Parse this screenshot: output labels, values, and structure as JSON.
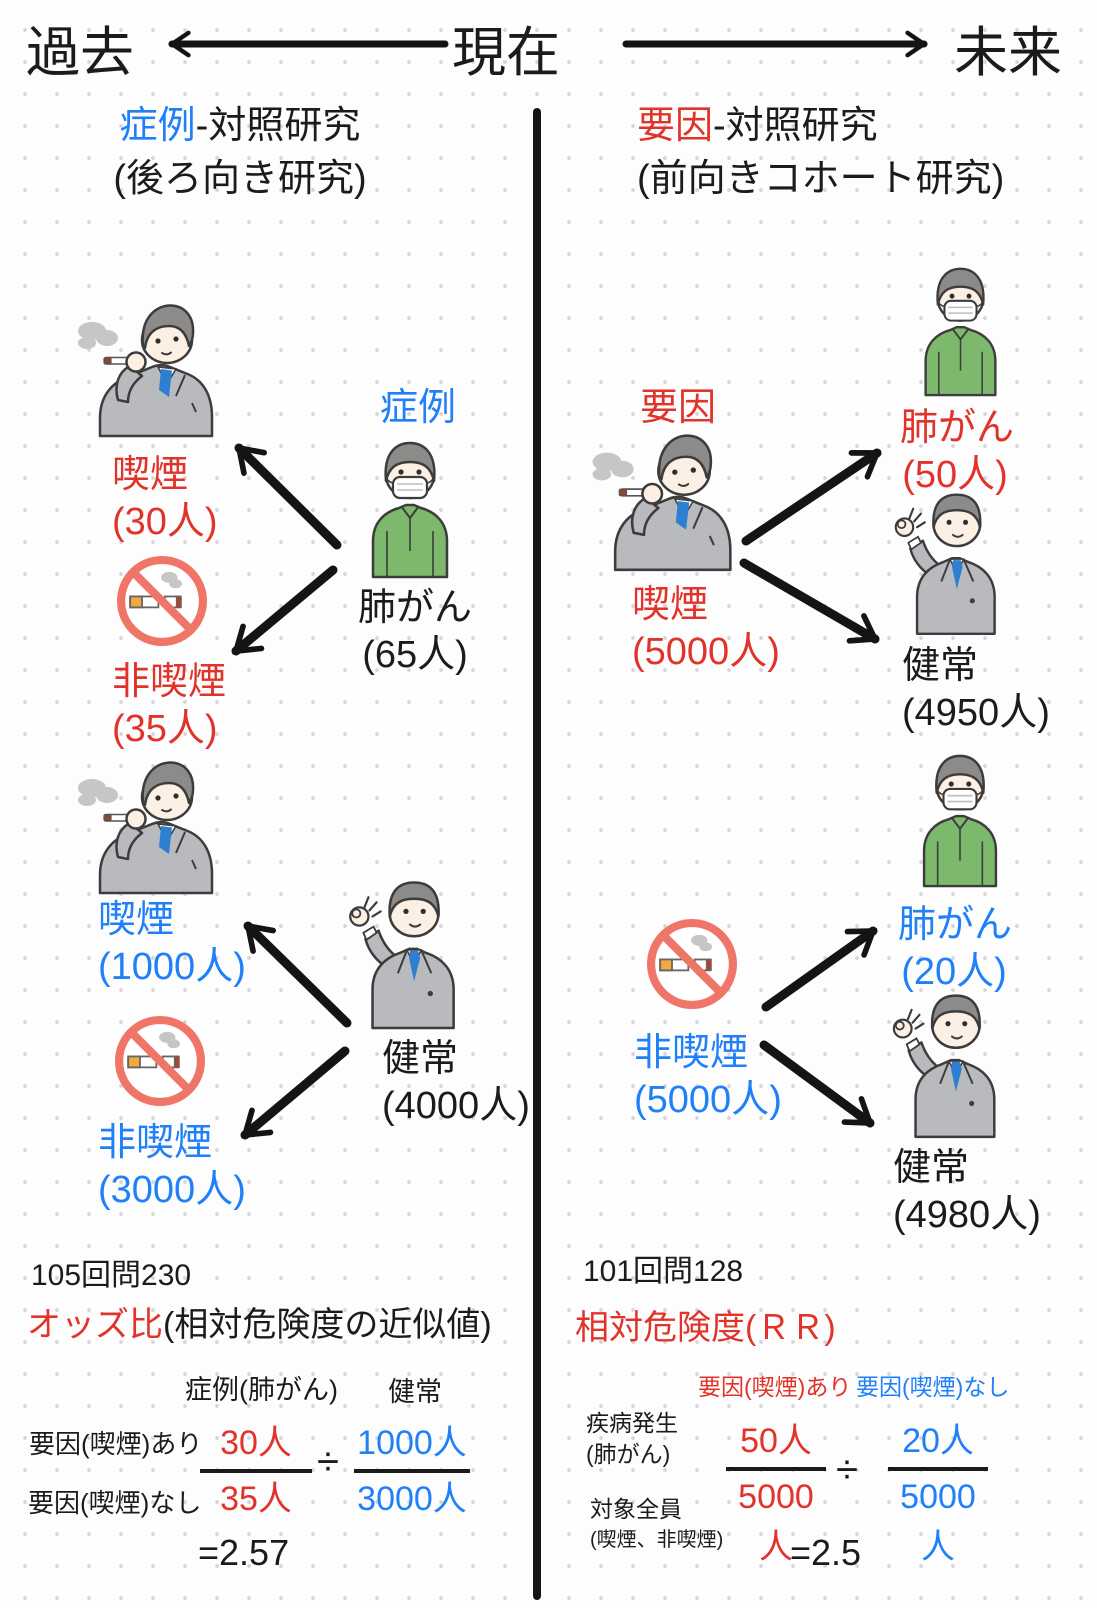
{
  "timeline": {
    "past": "過去",
    "present": "現在",
    "future": "未来"
  },
  "left": {
    "title_case": "症例",
    "title_rest": "-対照研究",
    "subtitle": "(後ろ向き研究)",
    "case_label": "症例",
    "case_person_label": "肺がん",
    "case_person_count": "(65人)",
    "case_smoking_label": "喫煙",
    "case_smoking_count": "(30人)",
    "case_nonsmoking_label": "非喫煙",
    "case_nonsmoking_count": "(35人)",
    "control_person_label": "健常",
    "control_person_count": "(4000人)",
    "control_smoking_label": "喫煙",
    "control_smoking_count": "(1000人)",
    "control_nonsmoking_label": "非喫煙",
    "control_nonsmoking_count": "(3000人)",
    "exam_ref": "105回問230",
    "formula": {
      "title_main": "オッズ比",
      "title_paren": "(相対危険度の近似値)",
      "col_case": "症例(肺がん)",
      "col_healthy": "健常",
      "row_with": "要因(喫煙)あり",
      "row_without": "要因(喫煙)なし",
      "frac1_num": "30人",
      "frac1_den": "35人",
      "divide": "÷",
      "frac2_num": "1000人",
      "frac2_den": "3000人",
      "result": "=2.57"
    }
  },
  "right": {
    "title_factor": "要因",
    "title_rest": "-対照研究",
    "subtitle": "(前向きコホート研究)",
    "factor_label": "要因",
    "exposed_label": "喫煙",
    "exposed_count": "(5000人)",
    "exposed_disease_label": "肺がん",
    "exposed_disease_count": "(50人)",
    "exposed_healthy_label": "健常",
    "exposed_healthy_count": "(4950人)",
    "unexposed_label": "非喫煙",
    "unexposed_count": "(5000人)",
    "unexposed_disease_label": "肺がん",
    "unexposed_disease_count": "(20人)",
    "unexposed_healthy_label": "健常",
    "unexposed_healthy_count": "(4980人)",
    "exam_ref": "101回問128",
    "formula": {
      "title": "相対危険度(ＲＲ)",
      "col_with": "要因(喫煙)あり",
      "col_without": "要因(喫煙)なし",
      "row1_line1": "疾病発生",
      "row1_line2": "(肺がん)",
      "row2_line1": "対象全員",
      "row2_line2": "(喫煙、非喫煙)",
      "frac1_num": "50人",
      "frac1_den": "5000人",
      "divide": "÷",
      "frac2_num": "20人",
      "frac2_den": "5000人",
      "result": "=2.5"
    }
  },
  "icons": {
    "no_smoking": "no-smoking-icon",
    "smoker": "smoking-man-illustration",
    "masked_patient": "masked-patient-illustration",
    "healthy_man": "healthy-man-ok-illustration"
  },
  "colors": {
    "red": "#e2332a",
    "blue": "#2080f8",
    "text": "#1b1b1b",
    "arrow": "#141414",
    "green-shirt": "#7cb96d",
    "suit-gray": "#b9babe",
    "tie-blue": "#2e7fd2",
    "hair-gray": "#8d8b89",
    "skin": "#fcefe3",
    "smoke-gray": "#c6c6c6",
    "no-smoking-ring": "#ef7568",
    "cigarette-filter": "#f2a93e",
    "dot-grid": "#d6d6da",
    "background": "#fdfdfe"
  }
}
